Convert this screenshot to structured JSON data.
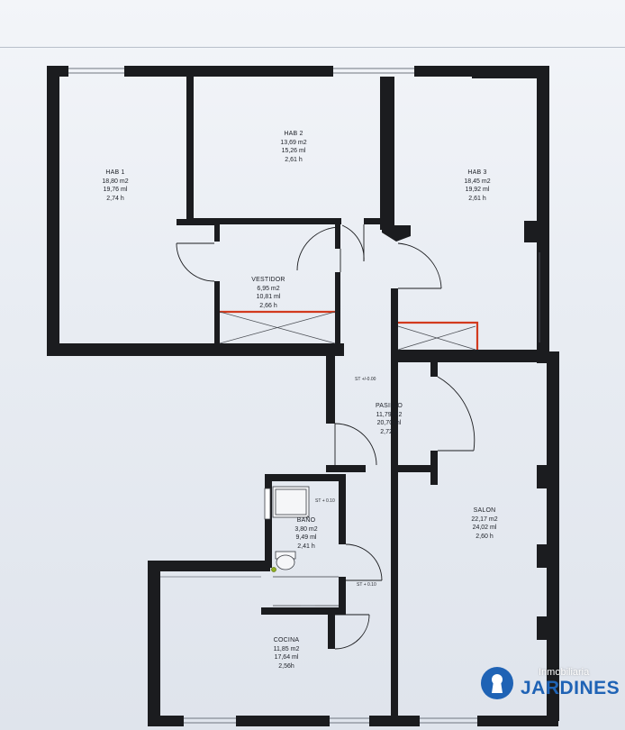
{
  "rooms": {
    "hab1": {
      "name": "HAB 1",
      "area": "18,80 m2",
      "perimeter": "19,76 ml",
      "height": "2,74 h"
    },
    "hab2": {
      "name": "HAB 2",
      "area": "13,69 m2",
      "perimeter": "15,26 ml",
      "height": "2,61 h"
    },
    "hab3": {
      "name": "HAB 3",
      "area": "18,45 m2",
      "perimeter": "19,92 ml",
      "height": "2,61 h"
    },
    "vestidor": {
      "name": "VESTIDOR",
      "area": "6,95 m2",
      "perimeter": "10,81 ml",
      "height": "2,66 h"
    },
    "pasillo": {
      "name": "PASILLO",
      "area": "11,79 m2",
      "perimeter": "20,70 ml",
      "height": "2,72 h"
    },
    "salon": {
      "name": "SALON",
      "area": "22,17 m2",
      "perimeter": "24,02 ml",
      "height": "2,60 h"
    },
    "bano": {
      "name": "BAÑO",
      "area": "3,80 m2",
      "perimeter": "9,49 ml",
      "height": "2,41 h"
    },
    "cocina": {
      "name": "COCINA",
      "area": "11,85 m2",
      "perimeter": "17,64 ml",
      "height": "2,56h"
    }
  },
  "steps": {
    "pasillo": "ST +/-0.00",
    "bano": "ST + 0.10",
    "cocina": "ST + 0.10"
  },
  "brand": {
    "small": "Inmobiliaria",
    "big": "JARDINES"
  },
  "colors": {
    "wall": "#1b1c1f",
    "closet_line": "#d23a1e",
    "brand_blue": "#1f63b5"
  }
}
